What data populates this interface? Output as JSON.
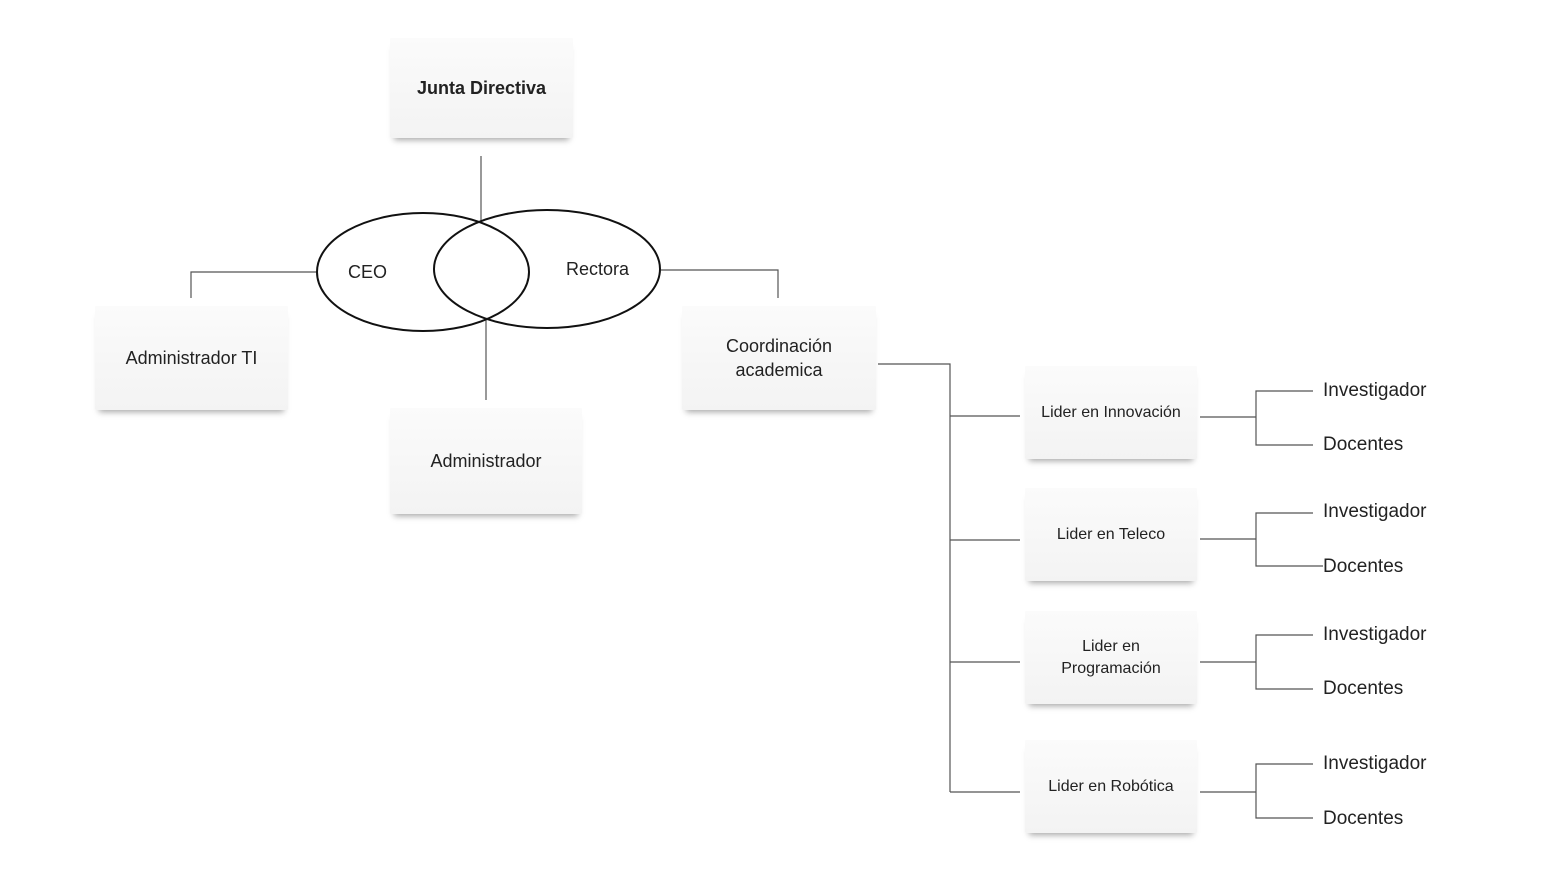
{
  "board": {
    "title": "Junta Directiva"
  },
  "executives": {
    "ceo": "CEO",
    "rector": "Rectora"
  },
  "units": {
    "admin_ti": "Administrador TI",
    "admin": "Administrador",
    "coordination": "Coordinación academica"
  },
  "leaders": [
    {
      "label": "Lider en Innovación",
      "children": [
        "Investigador",
        "Docentes"
      ]
    },
    {
      "label": "Lider en Teleco",
      "children": [
        "Investigador",
        "Docentes"
      ]
    },
    {
      "label": "Lider en Programación",
      "children": [
        "Investigador",
        "Docentes"
      ]
    },
    {
      "label": "Lider en Robótica",
      "children": [
        "Investigador",
        "Docentes"
      ]
    }
  ]
}
